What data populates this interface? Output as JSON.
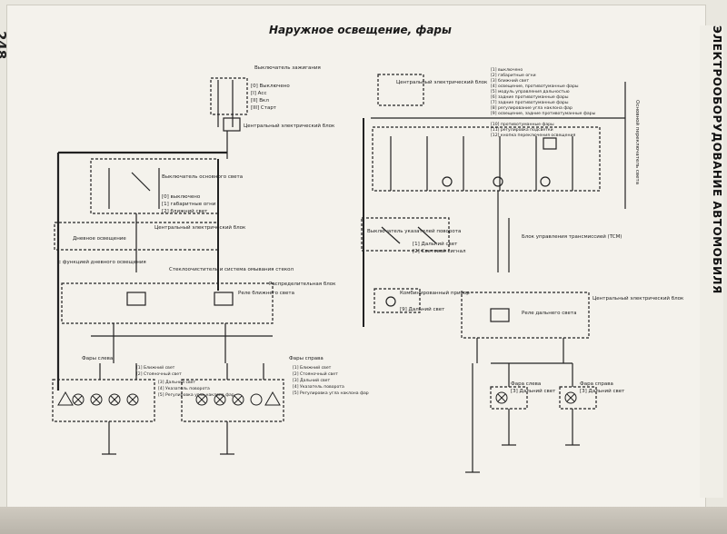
{
  "page": {
    "number": "248",
    "title": "Наружное освещение, фары",
    "spine_text": "ЭЛЕКТРООБОРУДОВАНИЕ АВТОМОБИЛЯ"
  },
  "left_diagram": {
    "ignition_switch": "Выключатель зажигания",
    "ignition_positions": [
      "[0] Выключено",
      "[I] Асс",
      "[II] Вкл",
      "[III] Старт"
    ],
    "central_block_top": "Центральный электрический блок",
    "main_light_switch": "Выключатель основного света",
    "switch_positions": [
      "[0] выключено",
      "[1] габаритные огни",
      "[2] ближний свет"
    ],
    "central_block_mid": "Центральный электрический блок",
    "daytime_lights": "Дневное освещение",
    "daytime_note": "с функцией дневного освещения",
    "wipers_note": "Стеклоочиститель и система омывания стекол",
    "relay_distribution": "Распределительная блок",
    "relay_low_beam": "Реле ближнего света",
    "left_headlights": "Фары слева",
    "left_lamp_labels": [
      "[1] Ближний свет",
      "[2] Стояночный свет",
      "[3] Дальний свет",
      "[4] Указатель поворота",
      "[5] Регулировка угла наклона фар"
    ],
    "right_headlights": "Фары справа",
    "right_lamp_labels": [
      "[1] Ближний свет",
      "[2] Стояночный свет",
      "[3] Дальний свет",
      "[4] Указатель поворота",
      "[5] Регулировка угла наклона фар"
    ]
  },
  "right_diagram": {
    "central_block": "Центральный электрический блок",
    "legend": [
      "[1] выключено",
      "[2] габаритные огни",
      "[3] ближний свет",
      "[4] освещение, противотуманные фары",
      "[5] модуль управления дальностью",
      "[6] задние противотуманные фары",
      "[7] задние противотуманные фары",
      "[8] регулирование угла наклона фар",
      "[9] освещение, задние противотуманные фары",
      "[10] противотуманные фары",
      "[11] регулировка подсветки",
      "[12] кнопка переключения освещения"
    ],
    "main_switch": "Основной переключатель света",
    "turn_signal_switch": "Выключатель указателей поворота",
    "dipped_beam": "[1] Дальний свет",
    "flash_beam": "[2] Световой сигнал",
    "transmission_block": "Блок управления трансмиссией (TCM)",
    "instrument_cluster": "Комбинированный прибор",
    "cluster_high_beam": "[9] Дальний свет",
    "central_block_lower": "Центральный электрический блок",
    "relay_high_beam": "Реле дальнего света",
    "left_headlight": "Фара слева",
    "left_high_beam": "[3] Дальний свет",
    "right_headlight": "Фара справа",
    "right_high_beam": "[3] Дальний свет"
  }
}
